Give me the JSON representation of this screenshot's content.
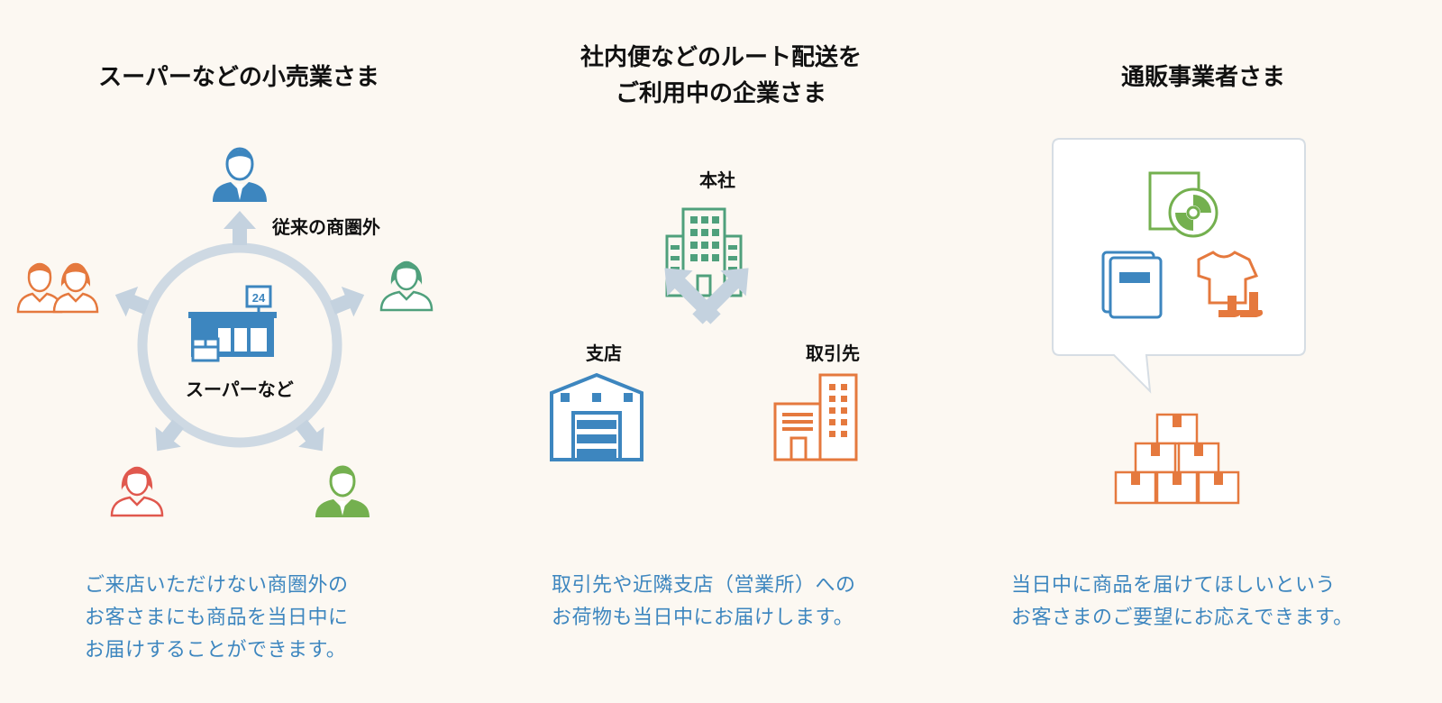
{
  "columns": [
    {
      "title": "スーパーなどの小売業さま",
      "labels": {
        "outside": "従来の商圏外",
        "store": "スーパーなど",
        "store_sign": "24"
      },
      "description": "ご来店いただけない商圏外の\nお客さまにも商品を当日中に\nお届けすることができます。"
    },
    {
      "title": "社内便などのルート配送を\nご利用中の企業さま",
      "labels": {
        "hq": "本社",
        "branch": "支店",
        "partner": "取引先"
      },
      "description": "取引先や近隣支店（営業所）への\nお荷物も当日中にお届けします。"
    },
    {
      "title": "通販事業者さま",
      "description": "当日中に商品を届けてほしいという\nお客さまのご要望にお応えできます。"
    }
  ],
  "colors": {
    "background": "#fcf8f2",
    "blue": "#3d86bf",
    "orange": "#e5793e",
    "green": "#4fa07c",
    "lime": "#74b04f",
    "red": "#e0584e",
    "ring": "#ced9e3",
    "arrow": "#c4d2df"
  }
}
